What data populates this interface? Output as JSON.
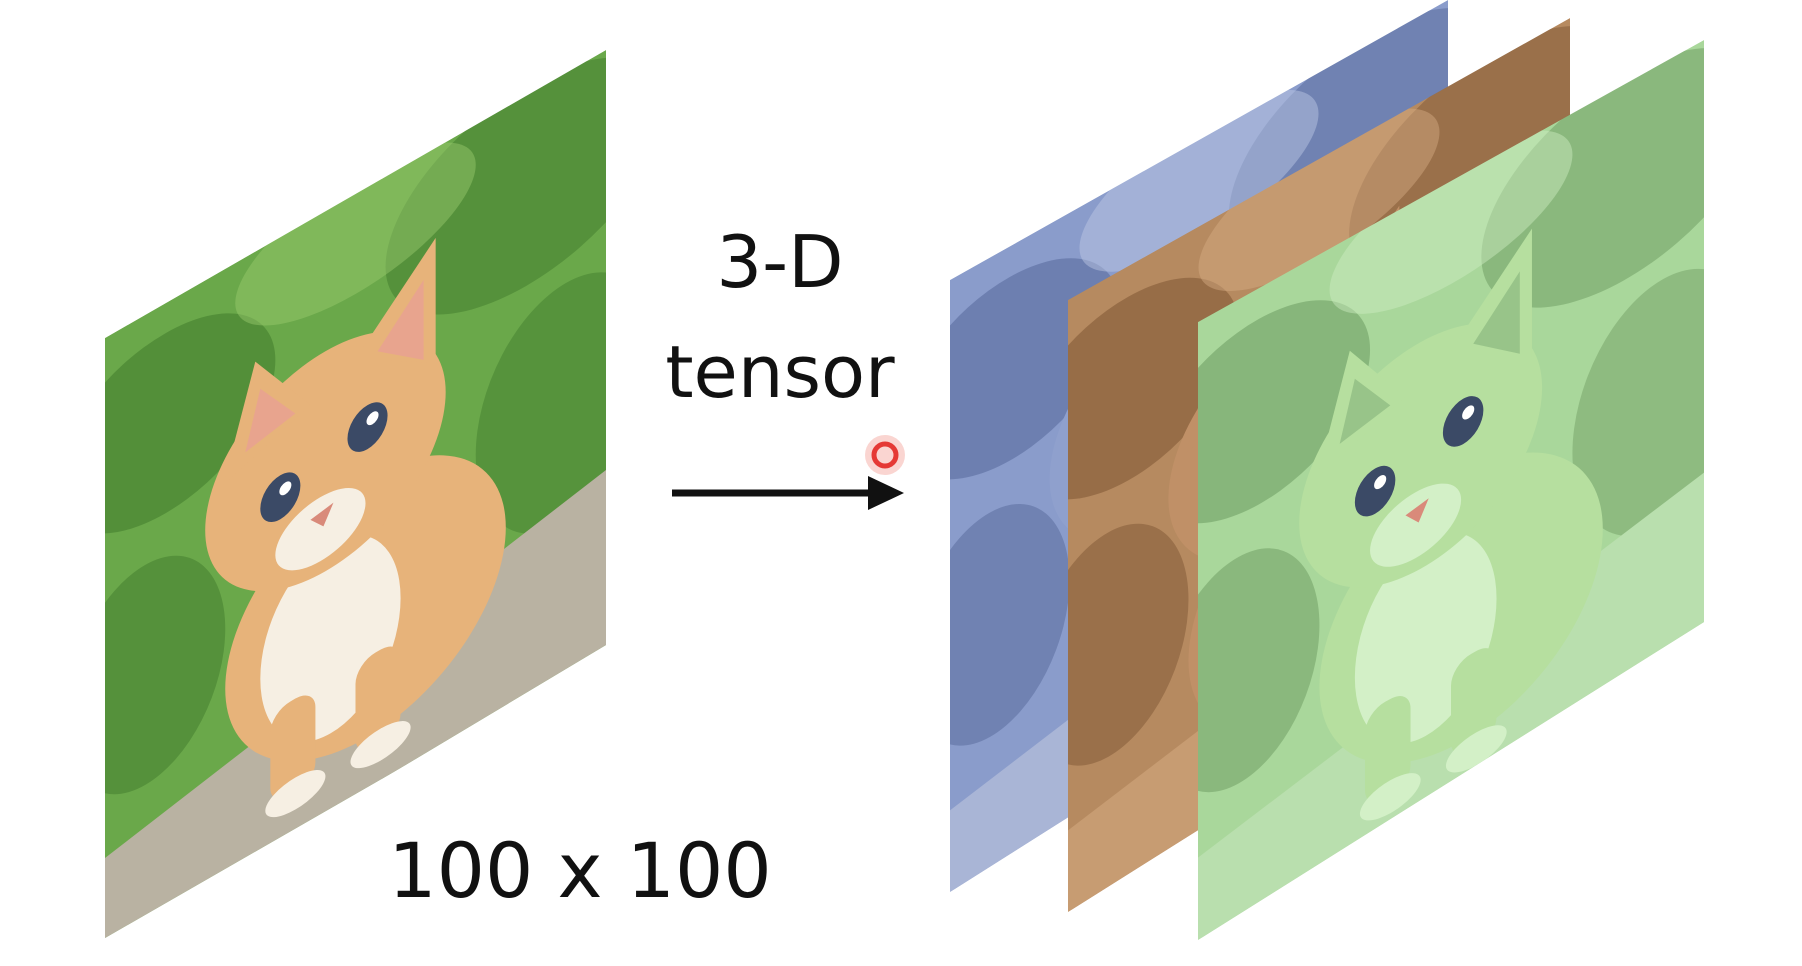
{
  "labels": {
    "tensor_line1": "3-D",
    "tensor_line2": "tensor",
    "size": "100 x 100"
  },
  "colors": {
    "blue_channel": "#7f93c4",
    "orange_channel": "#b3865c",
    "green_channel": "#a8d39a",
    "grass": "#5c9a3d",
    "kitten_fur": "#e7b37a",
    "arrow": "#111111",
    "cursor": "#e53935"
  },
  "icons": {
    "arrow": "right-arrow-icon",
    "cursor": "pointer-cursor-icon"
  }
}
